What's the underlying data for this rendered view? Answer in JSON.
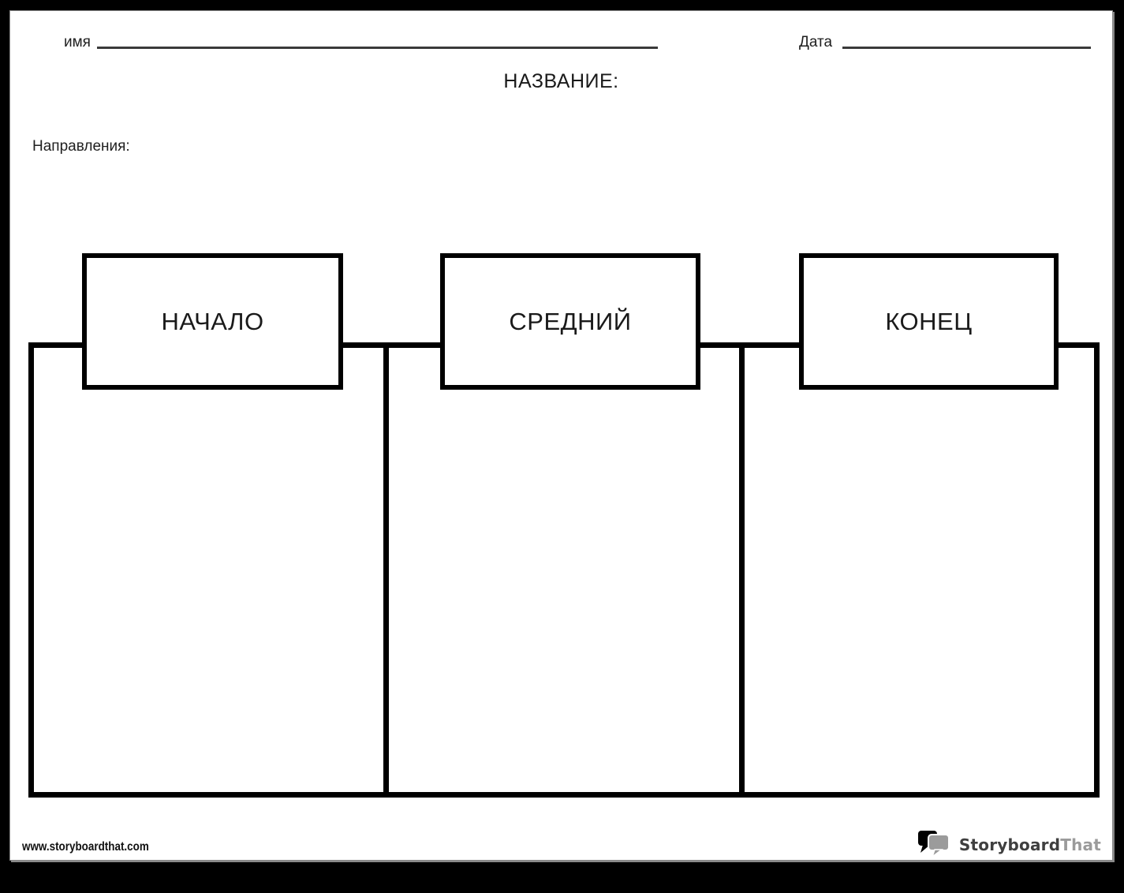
{
  "worksheet": {
    "name_label": "имя",
    "date_label": "Дата",
    "title_label": "НАЗВАНИЕ:",
    "directions_label": "Направления:",
    "sections": [
      {
        "label": "НАЧАЛО"
      },
      {
        "label": "СРЕДНИЙ"
      },
      {
        "label": "КОНЕЦ"
      }
    ],
    "footer": {
      "website": "www.storyboardthat.com",
      "logo": {
        "primary": "Storyboard",
        "secondary": "That",
        "icon": "speech-bubbles-icon"
      }
    },
    "colors": {
      "frame": "#000000",
      "page": "#ffffff",
      "ink": "#1a1a1a",
      "rule_line": "#3a3a3a",
      "box_border": "#000000",
      "logo_dark": "#3f3f3f",
      "logo_gray": "#9b9b9b"
    }
  }
}
